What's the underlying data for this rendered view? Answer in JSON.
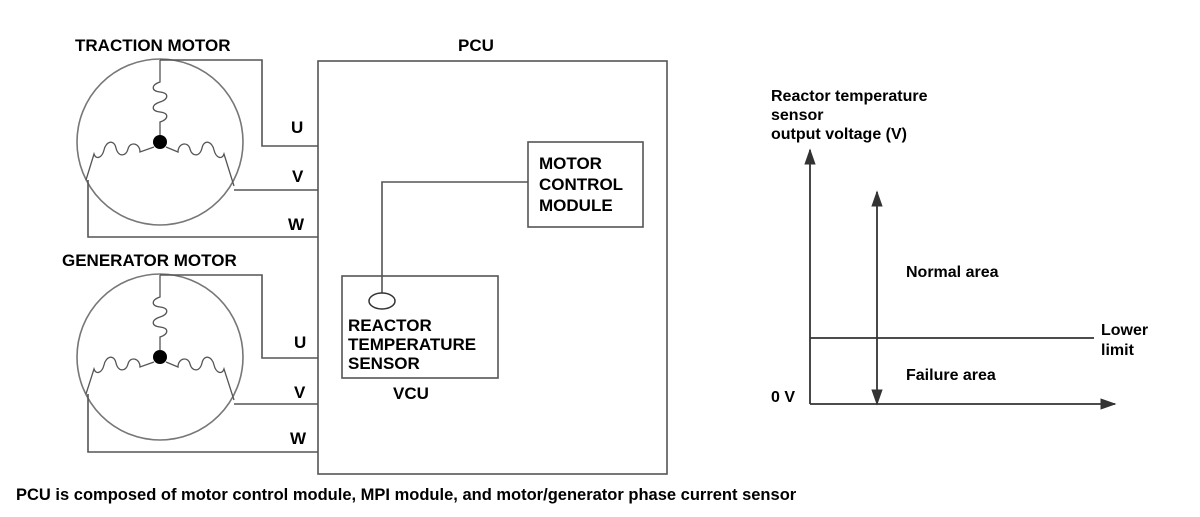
{
  "left": {
    "traction_motor_label": "TRACTION MOTOR",
    "generator_motor_label": "GENERATOR MOTOR",
    "pcu_label": "PCU",
    "traction_terminals": [
      "U",
      "V",
      "W"
    ],
    "generator_terminals": [
      "U",
      "V",
      "W"
    ],
    "motor_control_module_lines": [
      "MOTOR",
      "CONTROL",
      "MODULE"
    ],
    "reactor_sensor_lines": [
      "REACTOR",
      "TEMPERATURE",
      "SENSOR"
    ],
    "vcu_label": "VCU"
  },
  "graph": {
    "y_axis_label_lines": [
      "Reactor temperature",
      "sensor",
      "output voltage (V)"
    ],
    "zero_label": "0 V",
    "lower_limit_lines": [
      "Lower",
      "limit"
    ],
    "normal_area_label": "Normal area",
    "failure_area_label": "Failure area"
  },
  "caption": "PCU is composed of motor control module, MPI module, and motor/generator phase current sensor"
}
